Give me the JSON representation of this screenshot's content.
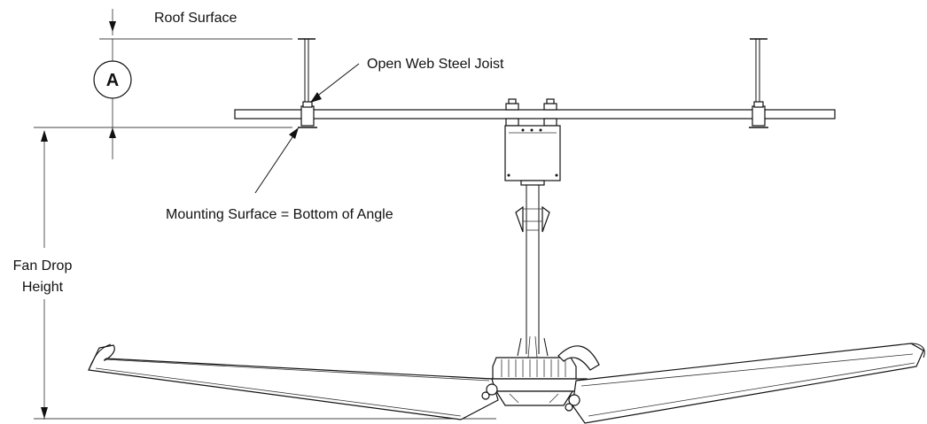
{
  "labels": {
    "roof_surface": "Roof Surface",
    "open_web_steel_joist": "Open Web Steel Joist",
    "mounting_surface": "Mounting Surface = Bottom of Angle",
    "fan_drop_line1": "Fan Drop",
    "fan_drop_line2": "Height",
    "dimension_a": "A"
  },
  "colors": {
    "line": "#111111",
    "background": "#ffffff"
  }
}
